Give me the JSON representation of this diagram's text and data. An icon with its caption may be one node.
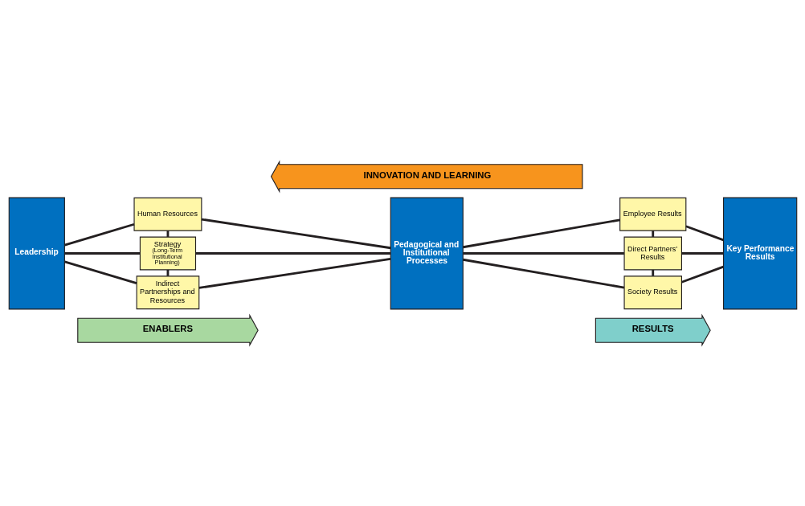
{
  "diagram": {
    "nodes": [
      {
        "text": [
          "ENABLERS"
        ]
      },
      {
        "text": [
          "RESULTS"
        ]
      },
      {
        "text": [
          "Leadership"
        ]
      },
      {
        "text": [
          "Human Resources"
        ]
      },
      {
        "text": [
          "Strategy",
          "(Long-Term Institutional Planning)"
        ]
      },
      {
        "text": [
          "Indirect Partnerships and Resources"
        ]
      },
      {
        "text": [
          "Pedagogical and Institutional Processes"
        ]
      },
      {
        "text": [
          "Employee Results"
        ]
      },
      {
        "text": [
          "Direct Partners’ Results"
        ]
      },
      {
        "text": [
          "Society Results"
        ]
      },
      {
        "text": [
          "Key Performance Results"
        ]
      },
      {
        "text": [
          "INNOVATION AND LEARNING"
        ]
      }
    ],
    "edges": [
      {
        "from": 2,
        "to": 3,
        "arrow": "none"
      },
      {
        "from": 2,
        "to": 4,
        "arrow": "none"
      },
      {
        "from": 2,
        "to": 5,
        "arrow": "none"
      },
      {
        "from": 3,
        "to": 4,
        "arrow": "none"
      },
      {
        "from": 4,
        "to": 5,
        "arrow": "none"
      },
      {
        "from": 3,
        "to": 6,
        "arrow": "none"
      },
      {
        "from": 4,
        "to": 6,
        "arrow": "none"
      },
      {
        "from": 5,
        "to": 6,
        "arrow": "none"
      },
      {
        "from": 6,
        "to": 7,
        "arrow": "none"
      },
      {
        "from": 6,
        "to": 8,
        "arrow": "none"
      },
      {
        "from": 6,
        "to": 9,
        "arrow": "none"
      },
      {
        "from": 7,
        "to": 8,
        "arrow": "none"
      },
      {
        "from": 8,
        "to": 9,
        "arrow": "none"
      },
      {
        "from": 7,
        "to": 10,
        "arrow": "none"
      },
      {
        "from": 8,
        "to": 10,
        "arrow": "none"
      },
      {
        "from": 9,
        "to": 10,
        "arrow": "none"
      }
    ]
  }
}
